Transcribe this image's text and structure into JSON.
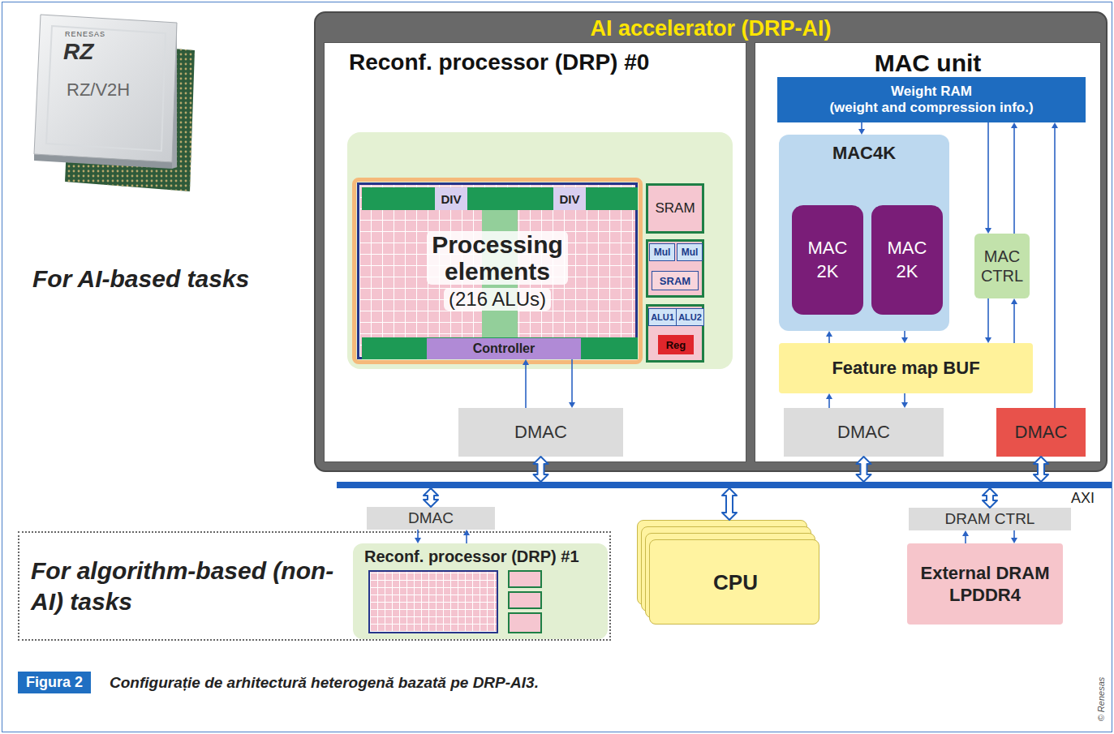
{
  "diagram": {
    "caption": "Configurație de arhitectură heterogenă bazată pe DRP-AI3.",
    "nodes": [
      {
        "text": [
          "AI accelerator (DRP-AI)"
        ]
      },
      {
        "text": [
          "Reconf. processor (DRP) #0"
        ],
        "in": 0
      },
      {
        "text": [
          "Processing elements",
          "(216 ALUs)"
        ],
        "in": 1
      },
      {
        "text": [
          "DIV"
        ],
        "in": 2
      },
      {
        "text": [
          "DIV"
        ],
        "in": 2
      },
      {
        "text": [
          "Controller"
        ],
        "in": 2
      },
      {
        "text": [
          "SRAM"
        ],
        "in": 1
      },
      {
        "text": [
          "Mul"
        ],
        "in": 1
      },
      {
        "text": [
          "Mul"
        ],
        "in": 1
      },
      {
        "text": [
          "SRAM"
        ],
        "in": 1
      },
      {
        "text": [
          "ALU1"
        ],
        "in": 1
      },
      {
        "text": [
          "ALU2"
        ],
        "in": 1
      },
      {
        "text": [
          "Reg"
        ],
        "in": 1
      },
      {
        "text": [
          "DMAC"
        ],
        "in": 1
      },
      {
        "text": [
          "MAC unit"
        ],
        "in": 0
      },
      {
        "text": [
          "Weight RAM",
          "(weight and compression info.)"
        ],
        "in": 14
      },
      {
        "text": [
          "MAC4K"
        ],
        "in": 14
      },
      {
        "text": [
          "MAC 2K"
        ],
        "in": 16
      },
      {
        "text": [
          "MAC 2K"
        ],
        "in": 16
      },
      {
        "text": [
          "MAC CTRL"
        ],
        "in": 14
      },
      {
        "text": [
          "Feature map BUF"
        ],
        "in": 14
      },
      {
        "text": [
          "DMAC"
        ],
        "in": 14
      },
      {
        "text": [
          "DMAC"
        ],
        "in": 14
      },
      {
        "text": [
          "AXI"
        ]
      },
      {
        "text": [
          "DMAC"
        ]
      },
      {
        "text": [
          "For algorithm-based (non-AI) tasks"
        ]
      },
      {
        "text": [
          "Reconf. processor (DRP) #1"
        ],
        "in": 25
      },
      {
        "text": [
          "CPU"
        ]
      },
      {
        "text": [
          "DRAM CTRL"
        ]
      },
      {
        "text": [
          "External DRAM LPDDR4"
        ]
      }
    ],
    "edges": [
      {
        "from": 13,
        "to": 2,
        "arrow": "to"
      },
      {
        "from": 2,
        "to": 13,
        "arrow": "to"
      },
      {
        "from": 15,
        "to": 16,
        "arrow": "to"
      },
      {
        "from": 15,
        "to": 19,
        "arrow": "to"
      },
      {
        "from": 19,
        "to": 15,
        "arrow": "to"
      },
      {
        "from": 22,
        "to": 15,
        "arrow": "to"
      },
      {
        "from": 19,
        "to": 20,
        "arrow": "to"
      },
      {
        "from": 20,
        "to": 19,
        "arrow": "to"
      },
      {
        "from": 20,
        "to": 16,
        "arrow": "to"
      },
      {
        "from": 16,
        "to": 20,
        "arrow": "to"
      },
      {
        "from": 21,
        "to": 20,
        "arrow": "to"
      },
      {
        "from": 20,
        "to": 21,
        "arrow": "to"
      },
      {
        "from": 13,
        "to": 23,
        "arrow": "both"
      },
      {
        "from": 21,
        "to": 23,
        "arrow": "both"
      },
      {
        "from": 22,
        "to": 23,
        "arrow": "both"
      },
      {
        "from": 24,
        "to": 23,
        "arrow": "both"
      },
      {
        "from": 27,
        "to": 23,
        "arrow": "both"
      },
      {
        "from": 28,
        "to": 23,
        "arrow": "both"
      },
      {
        "from": 24,
        "to": 26,
        "arrow": "to"
      },
      {
        "from": 26,
        "to": 24,
        "arrow": "to"
      },
      {
        "from": 29,
        "to": 28,
        "arrow": "to"
      },
      {
        "from": 28,
        "to": 29,
        "arrow": "to"
      }
    ],
    "labels": [
      "RENESAS",
      "RZ",
      "RZ/V2H",
      "For AI-based tasks",
      "Figura 2",
      "© Renesas"
    ]
  }
}
